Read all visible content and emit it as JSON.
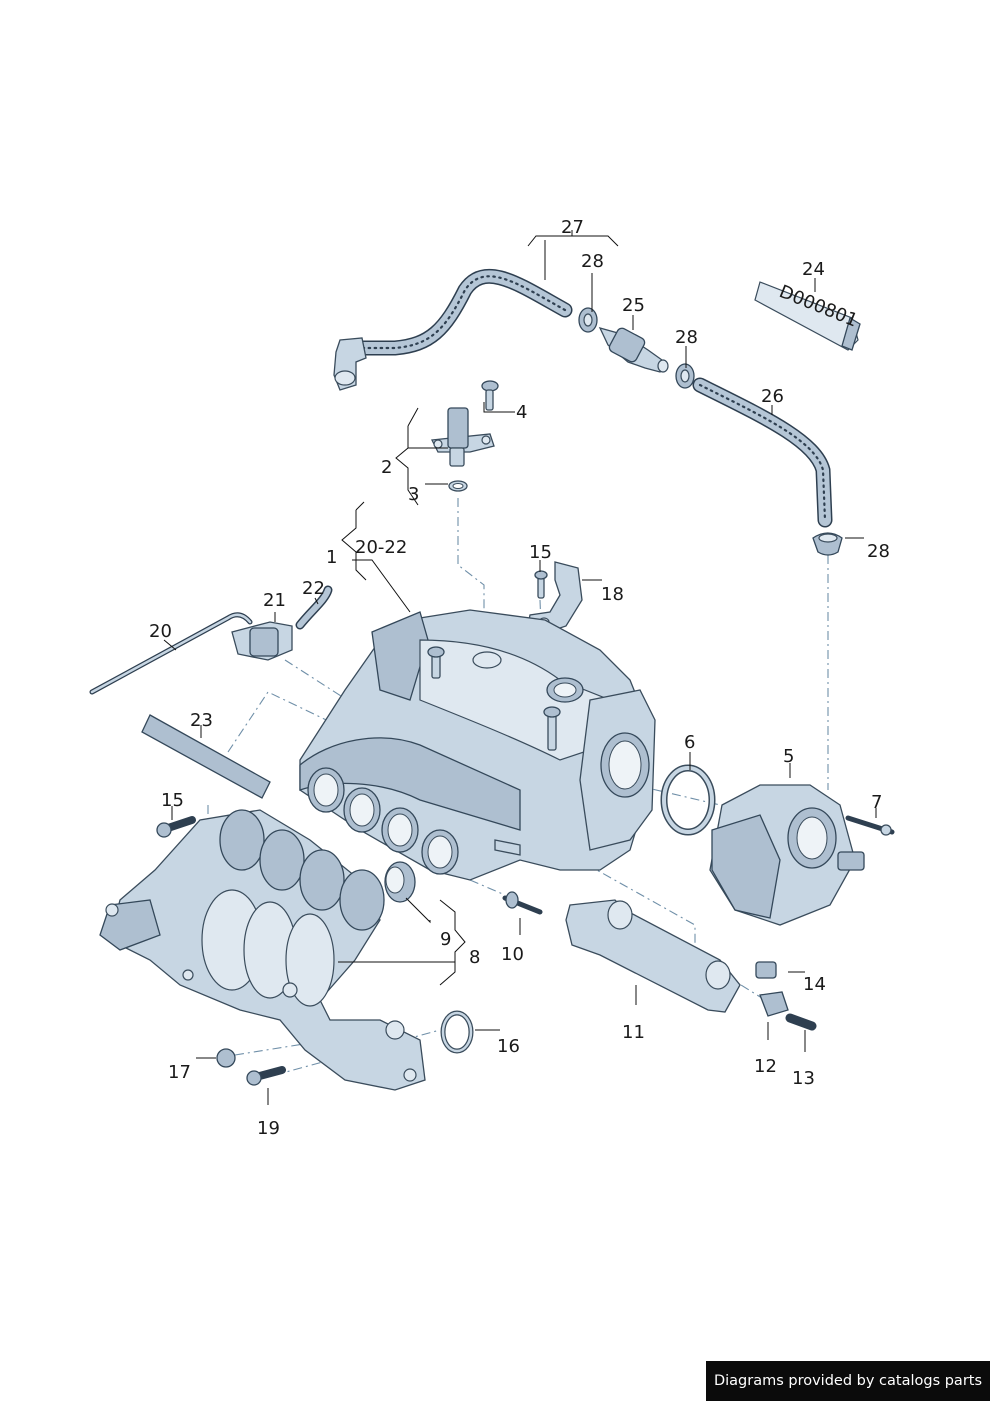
{
  "diagram": {
    "callouts": [
      "1",
      "2",
      "3",
      "4",
      "5",
      "6",
      "7",
      "8",
      "9",
      "10",
      "11",
      "12",
      "13",
      "14",
      "15",
      "15",
      "16",
      "17",
      "18",
      "19",
      "20",
      "20-22",
      "21",
      "22",
      "23",
      "24",
      "25",
      "26",
      "27",
      "28",
      "28",
      "28"
    ],
    "tube_text": "D000801"
  },
  "footer": {
    "text": "Diagrams provided by catalogs parts"
  },
  "colors": {
    "part_fill": "#c7d6e3",
    "part_stroke": "#3a4c5c",
    "footer_bg": "#0b0b0b"
  }
}
